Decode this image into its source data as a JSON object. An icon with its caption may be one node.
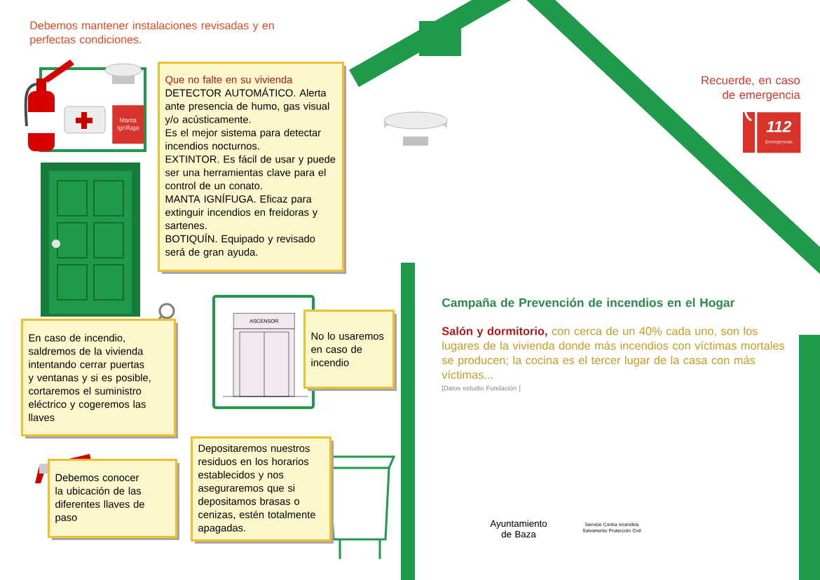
{
  "diagram": {
    "nodes": [
      {
        "text": [
          "Manta Ignífuga"
        ]
      },
      {
        "text": [
          "Que no falte en su vivienda",
          "DETECTOR AUTOMÁTICO. Alerta ante presencia de humo, gas visual y/o acústicamente.",
          "Es el mejor sistema para detectar incendios nocturnos.",
          "EXTINTOR. Es fácil de usar y puede ser una herramientas clave para el control de un conato.",
          "MANTA IGNÍFUGA. Eficaz para extinguir incendios en freidoras y sartenes.",
          "BOTIQUÍN. Equipado y revisado será de gran ayuda."
        ]
      },
      {
        "text": [
          "En caso de incendio, saldremos de la vivienda intentando cerrar puertas y ventanas y si es posible, cortaremos el suministro eléctrico y cogeremos las llaves"
        ]
      },
      {
        "text": [
          "ASCENSOR"
        ]
      },
      {
        "text": [
          "No lo usaremos en caso de incendio"
        ]
      },
      {
        "text": [
          "Debemos conocer la ubicación de las diferentes llaves de paso"
        ]
      },
      {
        "text": [
          "Depositaremos nuestros residuos en los horarios establecidos y nos aseguraremos que si depositamos brasas o cenizas, estén totalmente apagadas."
        ]
      },
      {
        "text": [
          "112",
          "Emergencias"
        ]
      }
    ],
    "labels": [
      "Debemos mantener instalaciones revisadas y en perfectas condiciones.",
      "Recuerde, en caso de emergencia",
      "Campaña de Prevención de incendios en el Hogar",
      "**Salón y dormitorio,** con cerca de un 40% cada uno, son los lugares de la vivienda donde más incendios con víctimas mortales se producen; la cocina es el tercer lugar de la casa con más víctimas...",
      "[Datos estudio Fundación ]",
      "Ayuntamiento de Baza",
      "Servicio Contra Incendios Salvamento Protección Civil"
    ]
  }
}
